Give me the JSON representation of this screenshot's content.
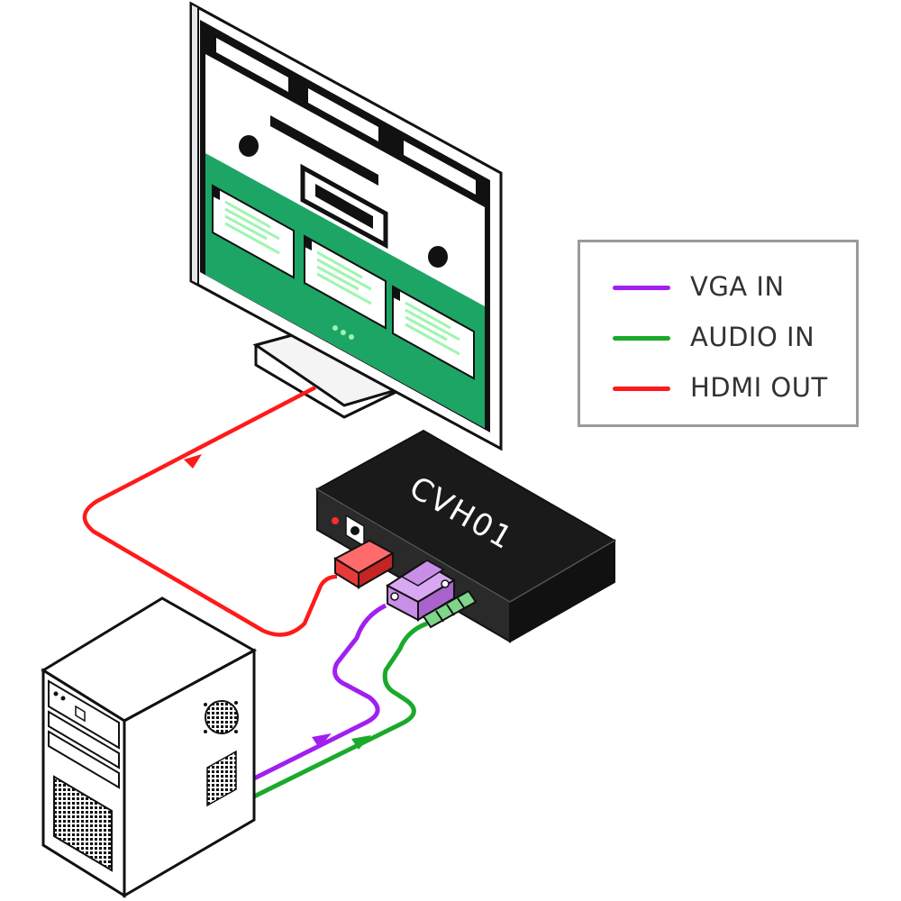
{
  "device": {
    "label": "CVH01"
  },
  "legend": {
    "items": [
      {
        "label": "VGA IN",
        "color": "#a020f0"
      },
      {
        "label": "AUDIO IN",
        "color": "#1aaa2a"
      },
      {
        "label": "HDMI OUT",
        "color": "#ff1a1a"
      }
    ]
  },
  "colors": {
    "screen_green": "#1da566",
    "text_green": "#9ef5b0",
    "box_black": "#1a1a1a",
    "vga_connector": "#c98ee8",
    "hdmi_connector": "#e83a3a"
  }
}
